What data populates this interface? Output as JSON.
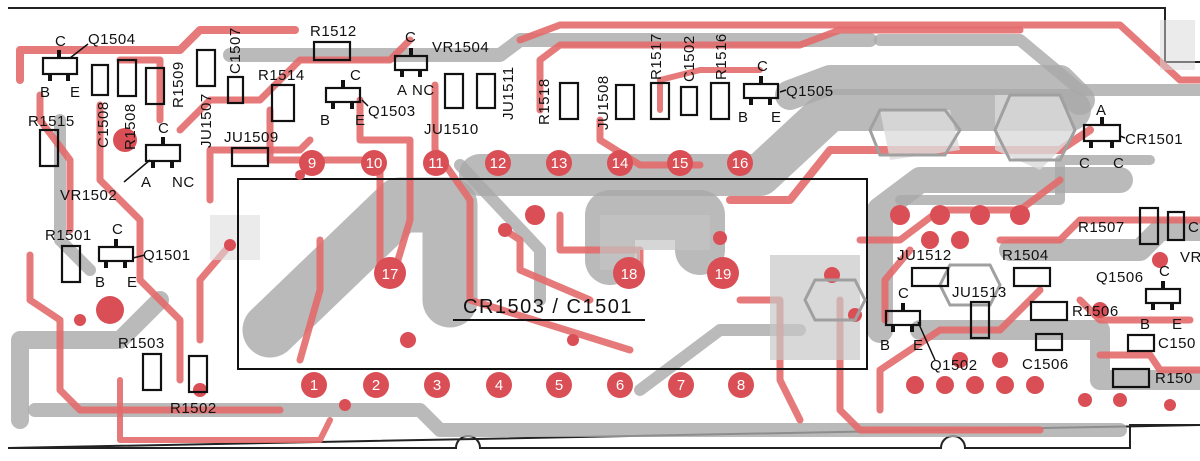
{
  "colors": {
    "background": "#ffffff",
    "top_copper": "#e36a6c",
    "bottom_copper": "#a9a9a9",
    "pad": "#d94f55",
    "silkscreen": "#111111"
  },
  "module_label": "CR1503 / C1501",
  "pads_top": [
    {
      "num": "9"
    },
    {
      "num": "10"
    },
    {
      "num": "11"
    },
    {
      "num": "12"
    },
    {
      "num": "13"
    },
    {
      "num": "14"
    },
    {
      "num": "15"
    },
    {
      "num": "16"
    }
  ],
  "pads_mid": [
    {
      "num": "17"
    },
    {
      "num": "18"
    },
    {
      "num": "19"
    }
  ],
  "pads_bottom": [
    {
      "num": "1"
    },
    {
      "num": "2"
    },
    {
      "num": "3"
    },
    {
      "num": "4"
    },
    {
      "num": "5"
    },
    {
      "num": "6"
    },
    {
      "num": "7"
    },
    {
      "num": "8"
    }
  ],
  "labels": {
    "q1504": "Q1504",
    "c_q1504": "C",
    "b_q1504": "B",
    "e_q1504": "E",
    "c1508": "C1508",
    "r1508": "R1508",
    "r1509": "R1509",
    "ju1507": "JU1507",
    "c1507": "C1507",
    "r1512": "R1512",
    "r1514": "R1514",
    "c_q1503": "C",
    "q1503": "Q1503",
    "b_q1503": "B",
    "e_q1503": "E",
    "vr1504": "VR1504",
    "c_vr1504": "C",
    "a_vr1504": "A",
    "nc_vr1504": "NC",
    "ju1510": "JU1510",
    "ju1511": "JU1511",
    "r1518": "R1518",
    "ju1508": "JU1508",
    "r1517": "R1517",
    "c1502": "C1502",
    "r1516": "R1516",
    "c_q1505": "C",
    "q1505": "Q1505",
    "b_q1505": "B",
    "e_q1505": "E",
    "r1515": "R1515",
    "c_vr1502": "C",
    "vr1502": "VR1502",
    "a_vr1502": "A",
    "nc_vr1502": "NC",
    "ju1509": "JU1509",
    "a_cr1501": "A",
    "cr1501": "CR1501",
    "c1_cr1501": "C",
    "c2_cr1501": "C",
    "r1501": "R1501",
    "c_q1501": "C",
    "q1501": "Q1501",
    "b_q1501": "B",
    "e_q1501": "E",
    "r1503": "R1503",
    "r1502": "R1502",
    "ju1512": "JU1512",
    "r1504": "R1504",
    "ju1513": "JU1513",
    "c_q1502": "C",
    "b_q1502": "B",
    "e_q1502": "E",
    "q1502": "Q1502",
    "r1506": "R1506",
    "c1506": "C1506",
    "r1507": "R1507",
    "c_edge": "C",
    "vr_edge": "VR",
    "q1506": "Q1506",
    "c_q1506": "C",
    "b_q1506": "B",
    "e_q1506": "E",
    "c150_edge": "C150",
    "r150_edge": "R150"
  }
}
